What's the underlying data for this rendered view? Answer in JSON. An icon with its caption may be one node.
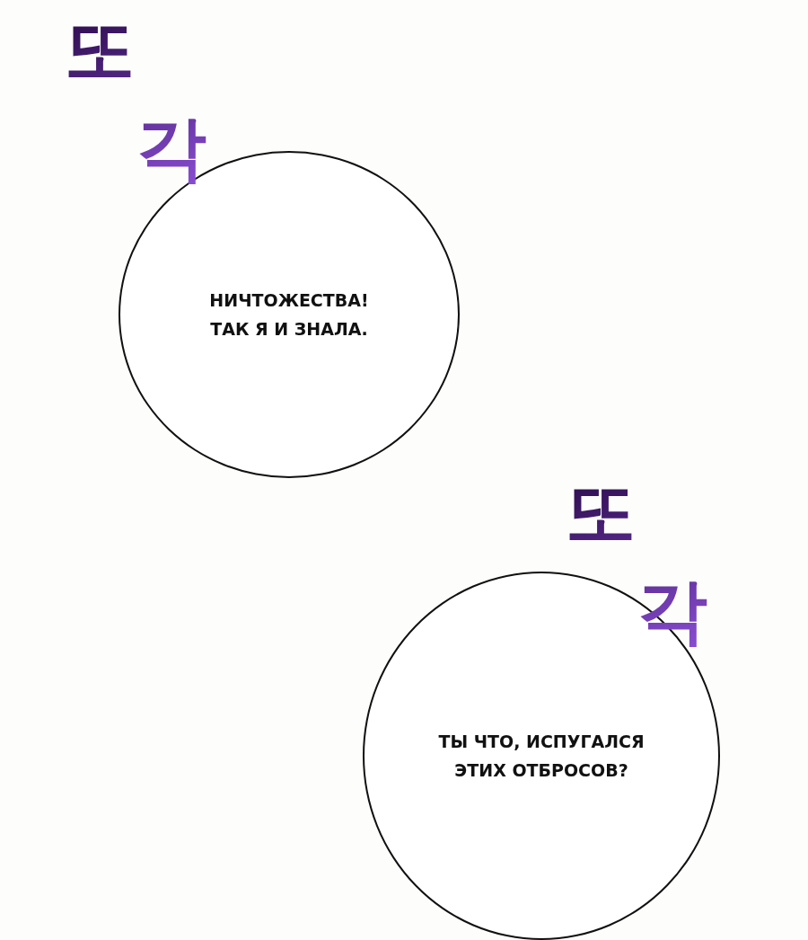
{
  "diagram": {
    "nodes": [
      {
        "text": [
          "НИЧТОЖЕСТВА! ТАК Я И ЗНАЛА."
        ]
      },
      {
        "text": [
          "ТЫ ЧТО, ИСПУГАЛСЯ ЭТИХ ОТБРОСОВ?"
        ]
      }
    ],
    "edges": [],
    "labels": [
      "또각",
      "또각"
    ]
  }
}
